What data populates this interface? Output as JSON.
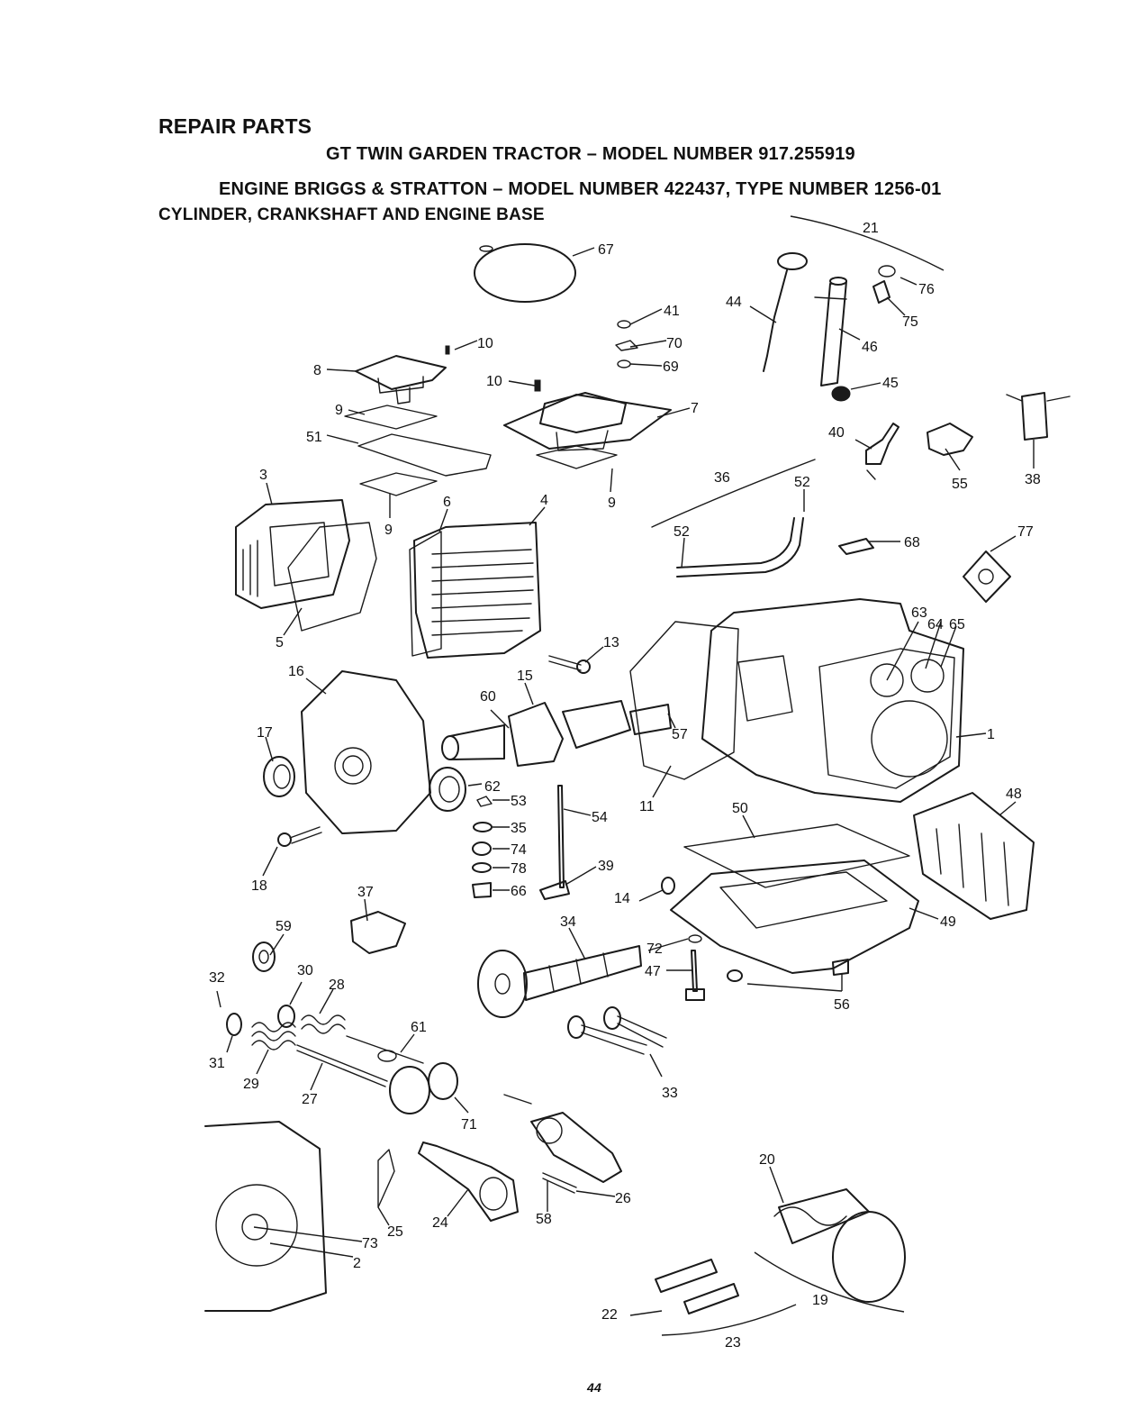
{
  "header": {
    "section": "REPAIR PARTS",
    "tractor": "GT TWIN GARDEN TRACTOR – MODEL NUMBER 917.255919",
    "engine": "ENGINE BRIGGS & STRATTON – MODEL NUMBER 422437, TYPE NUMBER 1256-01",
    "group": "CYLINDER, CRANKSHAFT AND ENGINE BASE"
  },
  "callouts": [
    "1",
    "2",
    "3",
    "4",
    "5",
    "6",
    "7",
    "8",
    "9",
    "9",
    "9",
    "10",
    "10",
    "11",
    "13",
    "14",
    "15",
    "16",
    "17",
    "18",
    "19",
    "20",
    "21",
    "22",
    "23",
    "24",
    "25",
    "26",
    "27",
    "28",
    "29",
    "30",
    "31",
    "32",
    "33",
    "34",
    "35",
    "36",
    "37",
    "38",
    "39",
    "40",
    "41",
    "44",
    "45",
    "46",
    "47",
    "48",
    "49",
    "50",
    "51",
    "52",
    "52",
    "53",
    "54",
    "55",
    "56",
    "57",
    "58",
    "59",
    "60",
    "61",
    "62",
    "63",
    "64",
    "65",
    "66",
    "67",
    "68",
    "69",
    "70",
    "71",
    "72",
    "73",
    "74",
    "75",
    "76",
    "77",
    "78"
  ],
  "page_number": "44"
}
